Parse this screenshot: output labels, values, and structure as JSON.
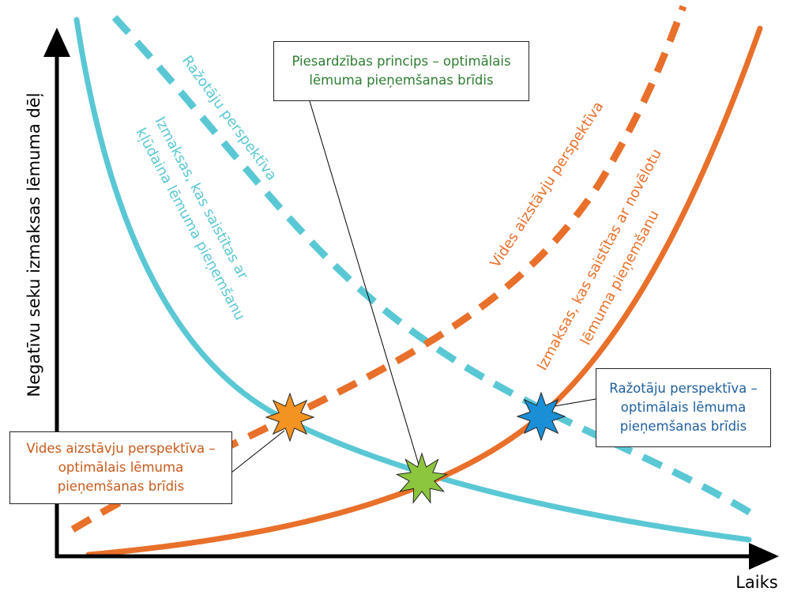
{
  "axes": {
    "y_label": "Negatīvu seku izmaksas lēmuma dēļ",
    "x_label": "Laiks",
    "axis_color": "#000000"
  },
  "curves": {
    "cost_wrong_decision": {
      "label_line1": "Izmaksas, kas saistītas ar",
      "label_line2": "kļūdaina lēmuma pieņemšanu",
      "color": "#5ac8d4",
      "style": "solid"
    },
    "producers_perspective": {
      "label": "Ražotāju perspektīva",
      "color": "#5ac8d4",
      "style": "dashed"
    },
    "cost_delayed_decision": {
      "label_line1": "Izmaksas, kas saistītas ar novēlotu",
      "label_line2": "lēmuma pieņemšanu",
      "color": "#e8702a",
      "style": "solid"
    },
    "environmental_perspective": {
      "label": "Vides aizstāvju perspektīva",
      "color": "#e8702a",
      "style": "dashed"
    }
  },
  "callouts": {
    "precaution": {
      "line1": "Piesardzības princips – optimālais",
      "line2": "lēmuma pieņemšanas brīdis",
      "text_color": "#2e7d32",
      "star_color": "#8cc63f"
    },
    "producers": {
      "line1": "Ražotāju perspektīva –",
      "line2": "optimālais lēmuma",
      "line3": "pieņemšanas brīdis",
      "text_color": "#1f5f9e",
      "star_color": "#1b8fd6"
    },
    "environmental": {
      "line1": "Vides aizstāvju perspektīva –",
      "line2": "optimālais lēmuma",
      "line3": "pieņemšanas brīdis",
      "text_color": "#c75b1c",
      "star_color": "#f39321"
    }
  }
}
